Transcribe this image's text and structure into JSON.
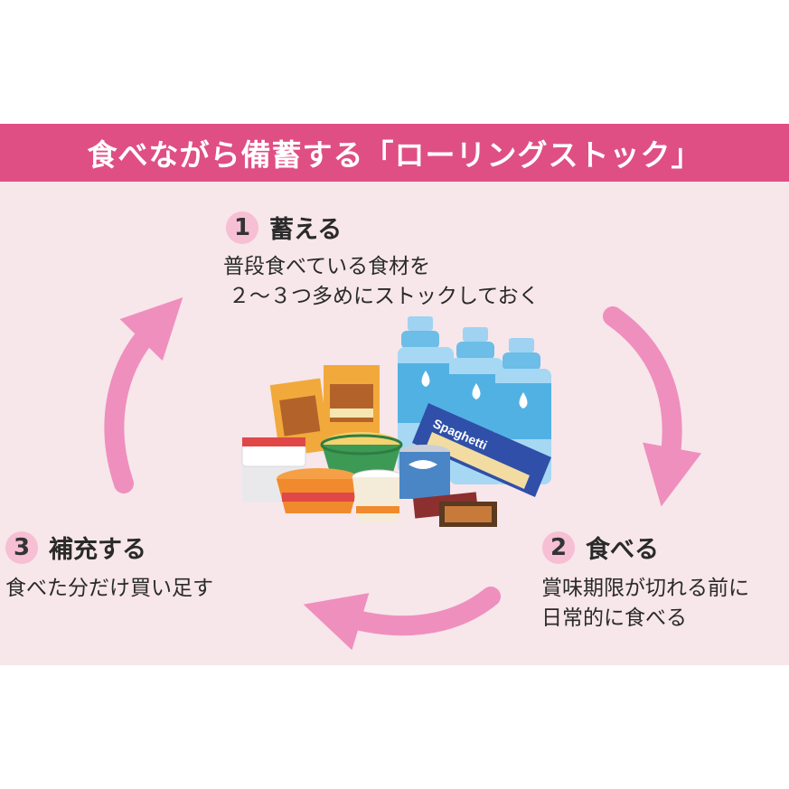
{
  "title": "食べながら備蓄する「ローリングストック」",
  "steps": [
    {
      "number": "1",
      "title": "蓄える",
      "desc_line1": "普段食べている食材を",
      "desc_line2": "２〜３つ多めにストックしておく"
    },
    {
      "number": "2",
      "title": "食べる",
      "desc_line1": "賞味期限が切れる前に",
      "desc_line2": "日常的に食べる"
    },
    {
      "number": "3",
      "title": "補充する",
      "desc_line1": "食べた分だけ買い足す"
    }
  ],
  "illustration": {
    "pasta_label": "Spaghetti"
  },
  "colors": {
    "banner": "#df4f83",
    "panel": "#f7e6ea",
    "arrow": "#ef8fbd",
    "badge": "#f6bfd4"
  }
}
